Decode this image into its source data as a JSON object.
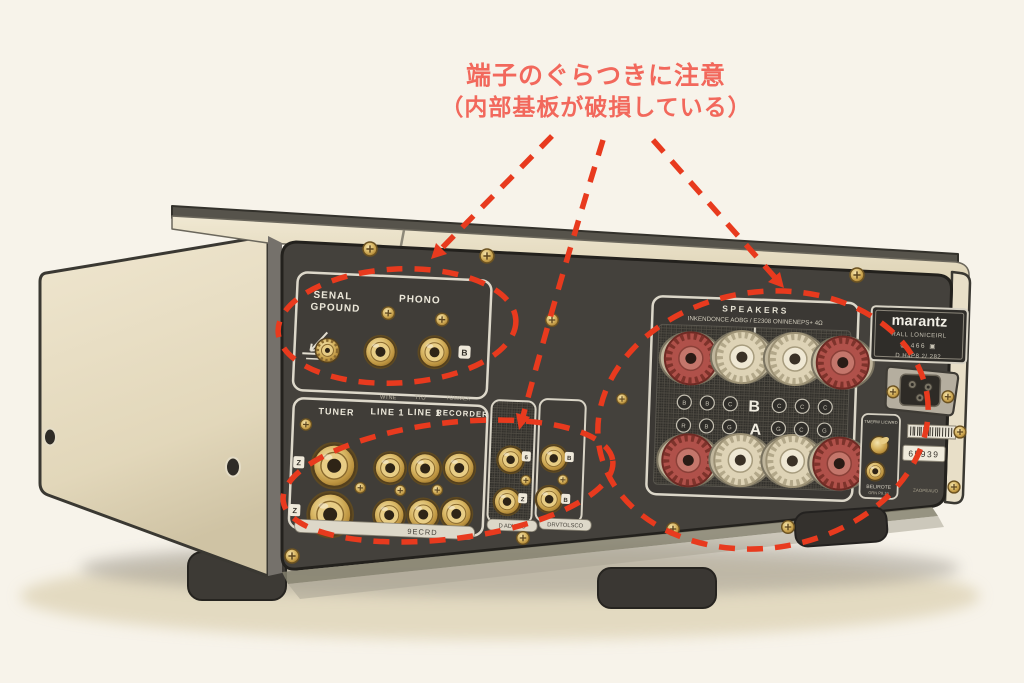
{
  "annotation": {
    "line1": "端子のぐらつきに注意",
    "line2": "（内部基板が破損している）",
    "text_color": "#f2685c",
    "marker_color": "#e83a1e"
  },
  "rear_panel": {
    "phono_section": {
      "label_top": "SENAL",
      "label_bottom": "GPOUND",
      "phono_label": "PHONO",
      "tag": "B"
    },
    "inputs_section": {
      "small_labels": [
        "WTNE",
        "TTO",
        "TOMMEX"
      ],
      "labels": [
        "TUNER",
        "LINE 1",
        "LINE 1",
        "RECORDER"
      ],
      "tags": [
        "Z",
        "Z"
      ],
      "bottom_label": "9ECRD"
    },
    "aux_sections": [
      {
        "label": "D ADWAG",
        "tags": [
          "6",
          "Z"
        ]
      },
      {
        "label": "DRVTOLSCO",
        "tags": [
          "B",
          "B"
        ]
      }
    ],
    "speakers_section": {
      "title": "SPEAKERS",
      "impedance_line": "INKENDONCE   AOBG / E2308   ONINENEPS+ 4Ω",
      "group_b": "B",
      "group_a": "A",
      "row_b_marks": [
        "B",
        "B",
        "C",
        "C",
        "C",
        "C"
      ],
      "row_a_marks": [
        "R",
        "B",
        "G",
        "G",
        "C",
        "G"
      ]
    },
    "brand_label": {
      "brand": "marantz",
      "line2": "RALL LONICEIRL",
      "line3": "◉  466  ▣",
      "line4": "D H4P8 2/ 282"
    },
    "right_mini_panel": {
      "top_label": "TMERW LICWRD",
      "bottom_label1": "BELIROTE",
      "bottom_label2": "GRN P9.10"
    },
    "serial_sticker": "65939",
    "small_print": "ZAOPEAUO"
  },
  "colors": {
    "paper": "#f7f3ea",
    "panel_dark": "#44413c",
    "case_cream": "#ebe2ca",
    "gold": "#d9b866",
    "post_red": "#b0514a",
    "post_cream": "#ded3b6"
  }
}
